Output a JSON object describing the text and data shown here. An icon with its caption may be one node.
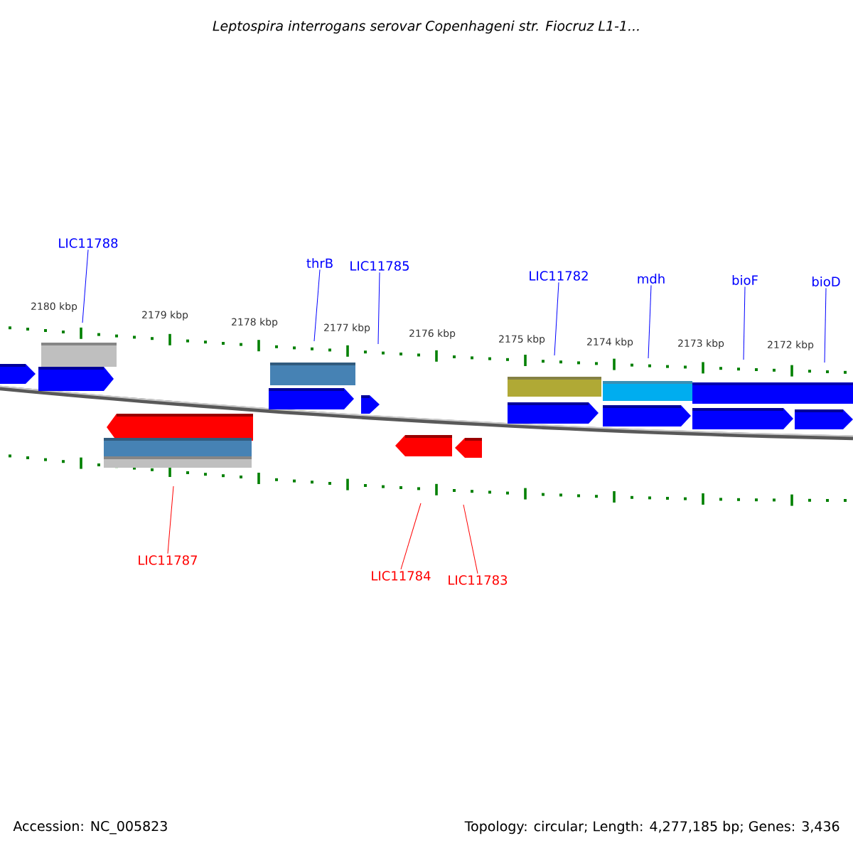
{
  "diagram": {
    "title": "Leptospira interrogans serovar Copenhageni str. Fiocruz L1-1...",
    "nodes": [
      {
        "text": [
          "LIC11788"
        ]
      },
      {
        "text": [
          "thrB"
        ]
      },
      {
        "text": [
          "LIC11785"
        ]
      },
      {
        "text": [
          "LIC11782"
        ]
      },
      {
        "text": [
          "mdh"
        ]
      },
      {
        "text": [
          "bioF"
        ]
      },
      {
        "text": [
          "bioD"
        ]
      },
      {
        "text": [
          "LIC11787"
        ]
      },
      {
        "text": [
          "LIC11784"
        ]
      },
      {
        "text": [
          "LIC11783"
        ]
      }
    ],
    "edges": [
      {
        "from": 0,
        "to": null,
        "arrow": "none"
      },
      {
        "from": 1,
        "to": null,
        "arrow": "none"
      },
      {
        "from": 2,
        "to": null,
        "arrow": "none"
      },
      {
        "from": 3,
        "to": null,
        "arrow": "none"
      },
      {
        "from": 4,
        "to": null,
        "arrow": "none"
      },
      {
        "from": 5,
        "to": null,
        "arrow": "none"
      },
      {
        "from": 6,
        "to": null,
        "arrow": "none"
      },
      {
        "from": 7,
        "to": null,
        "arrow": "none",
        "color": "#ff0000"
      },
      {
        "from": 8,
        "to": null,
        "arrow": "none",
        "color": "#ff0000"
      },
      {
        "from": 9,
        "to": null,
        "arrow": "none",
        "color": "#ff0000"
      }
    ],
    "labels": [
      "2180 kbp",
      "2179 kbp",
      "2178 kbp",
      "2177 kbp",
      "2176 kbp",
      "2175 kbp",
      "2174 kbp",
      "2173 kbp",
      "2172 kbp",
      "Accession: NC_005823",
      "Topology: circular; Length: 4,277,185 bp; Genes: 3,436"
    ]
  }
}
